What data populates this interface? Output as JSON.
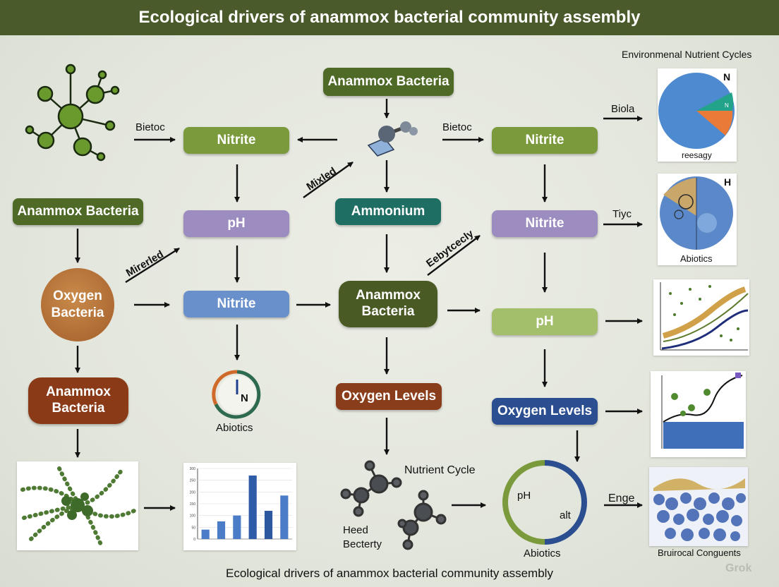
{
  "title": "Ecological drivers of anammox bacterial community assembly",
  "caption": "Ecological drivers of anammox bacterial community assembly",
  "watermark": "Grok",
  "nodes": {
    "anammox_top": "Anammox Bacteria",
    "nitrite_1": "Nitrite",
    "nitrite_2": "Nitrite",
    "nitrite_3": "Nitrite",
    "nitrite_4": "Nitrite",
    "anammox_left": "Anammox Bacteria",
    "ph_1": "pH",
    "ph_2": "pH",
    "ammonium": "Ammonium",
    "oxygen_bacteria": "Oxygen Bacteria",
    "anammox_center": "Anammox Bacteria",
    "anammox_rust": "Anammox Bacteria",
    "oxygen_levels_1": "Oxygen Levels",
    "oxygen_levels_2": "Oxygen Levels"
  },
  "labels": {
    "bietoc_1": "Bietoc",
    "bietoc_2": "Bietoc",
    "mixled": "Mixled",
    "mirerled": "Mirerled",
    "eebytcecly": "Eebytcecly",
    "biola": "Biola",
    "tiyc": "Tiyc",
    "enge": "Enge",
    "abiotics_1": "Abiotics",
    "abiotics_gauge_letter": "N",
    "nutrient_cycle": "Nutrient Cycle",
    "heed_becterty": "Heed Becterty",
    "ring_ph": "pH",
    "ring_alt": "alt",
    "ring_abiotics": "Abiotics"
  },
  "panels": {
    "header": "Environmenal Nutrient Cycles",
    "pie_letter": "N",
    "pie_small_label": "N",
    "pie_caption": "reesagy",
    "micro_letter": "H",
    "micro_caption": "Abiotics",
    "bottom_caption": "Bruirocal Conguents"
  },
  "chart_data": {
    "type": "bar",
    "categories": [
      "",
      "",
      "",
      "",
      "",
      ""
    ],
    "values": [
      40,
      75,
      100,
      270,
      120,
      185
    ],
    "ylim": [
      0,
      300
    ],
    "yticks": [
      "300",
      "250",
      "200",
      "150",
      "100",
      "50",
      "0"
    ],
    "title": "",
    "xlabel": "",
    "ylabel": ""
  },
  "colors": {
    "title_bar": "#4a5a2a",
    "green": "#7a9a3c",
    "purple": "#9c8cc0",
    "blue": "#6a90cc",
    "teal": "#1f6e63",
    "rust": "#8a3a17",
    "navy": "#2a4e90"
  }
}
